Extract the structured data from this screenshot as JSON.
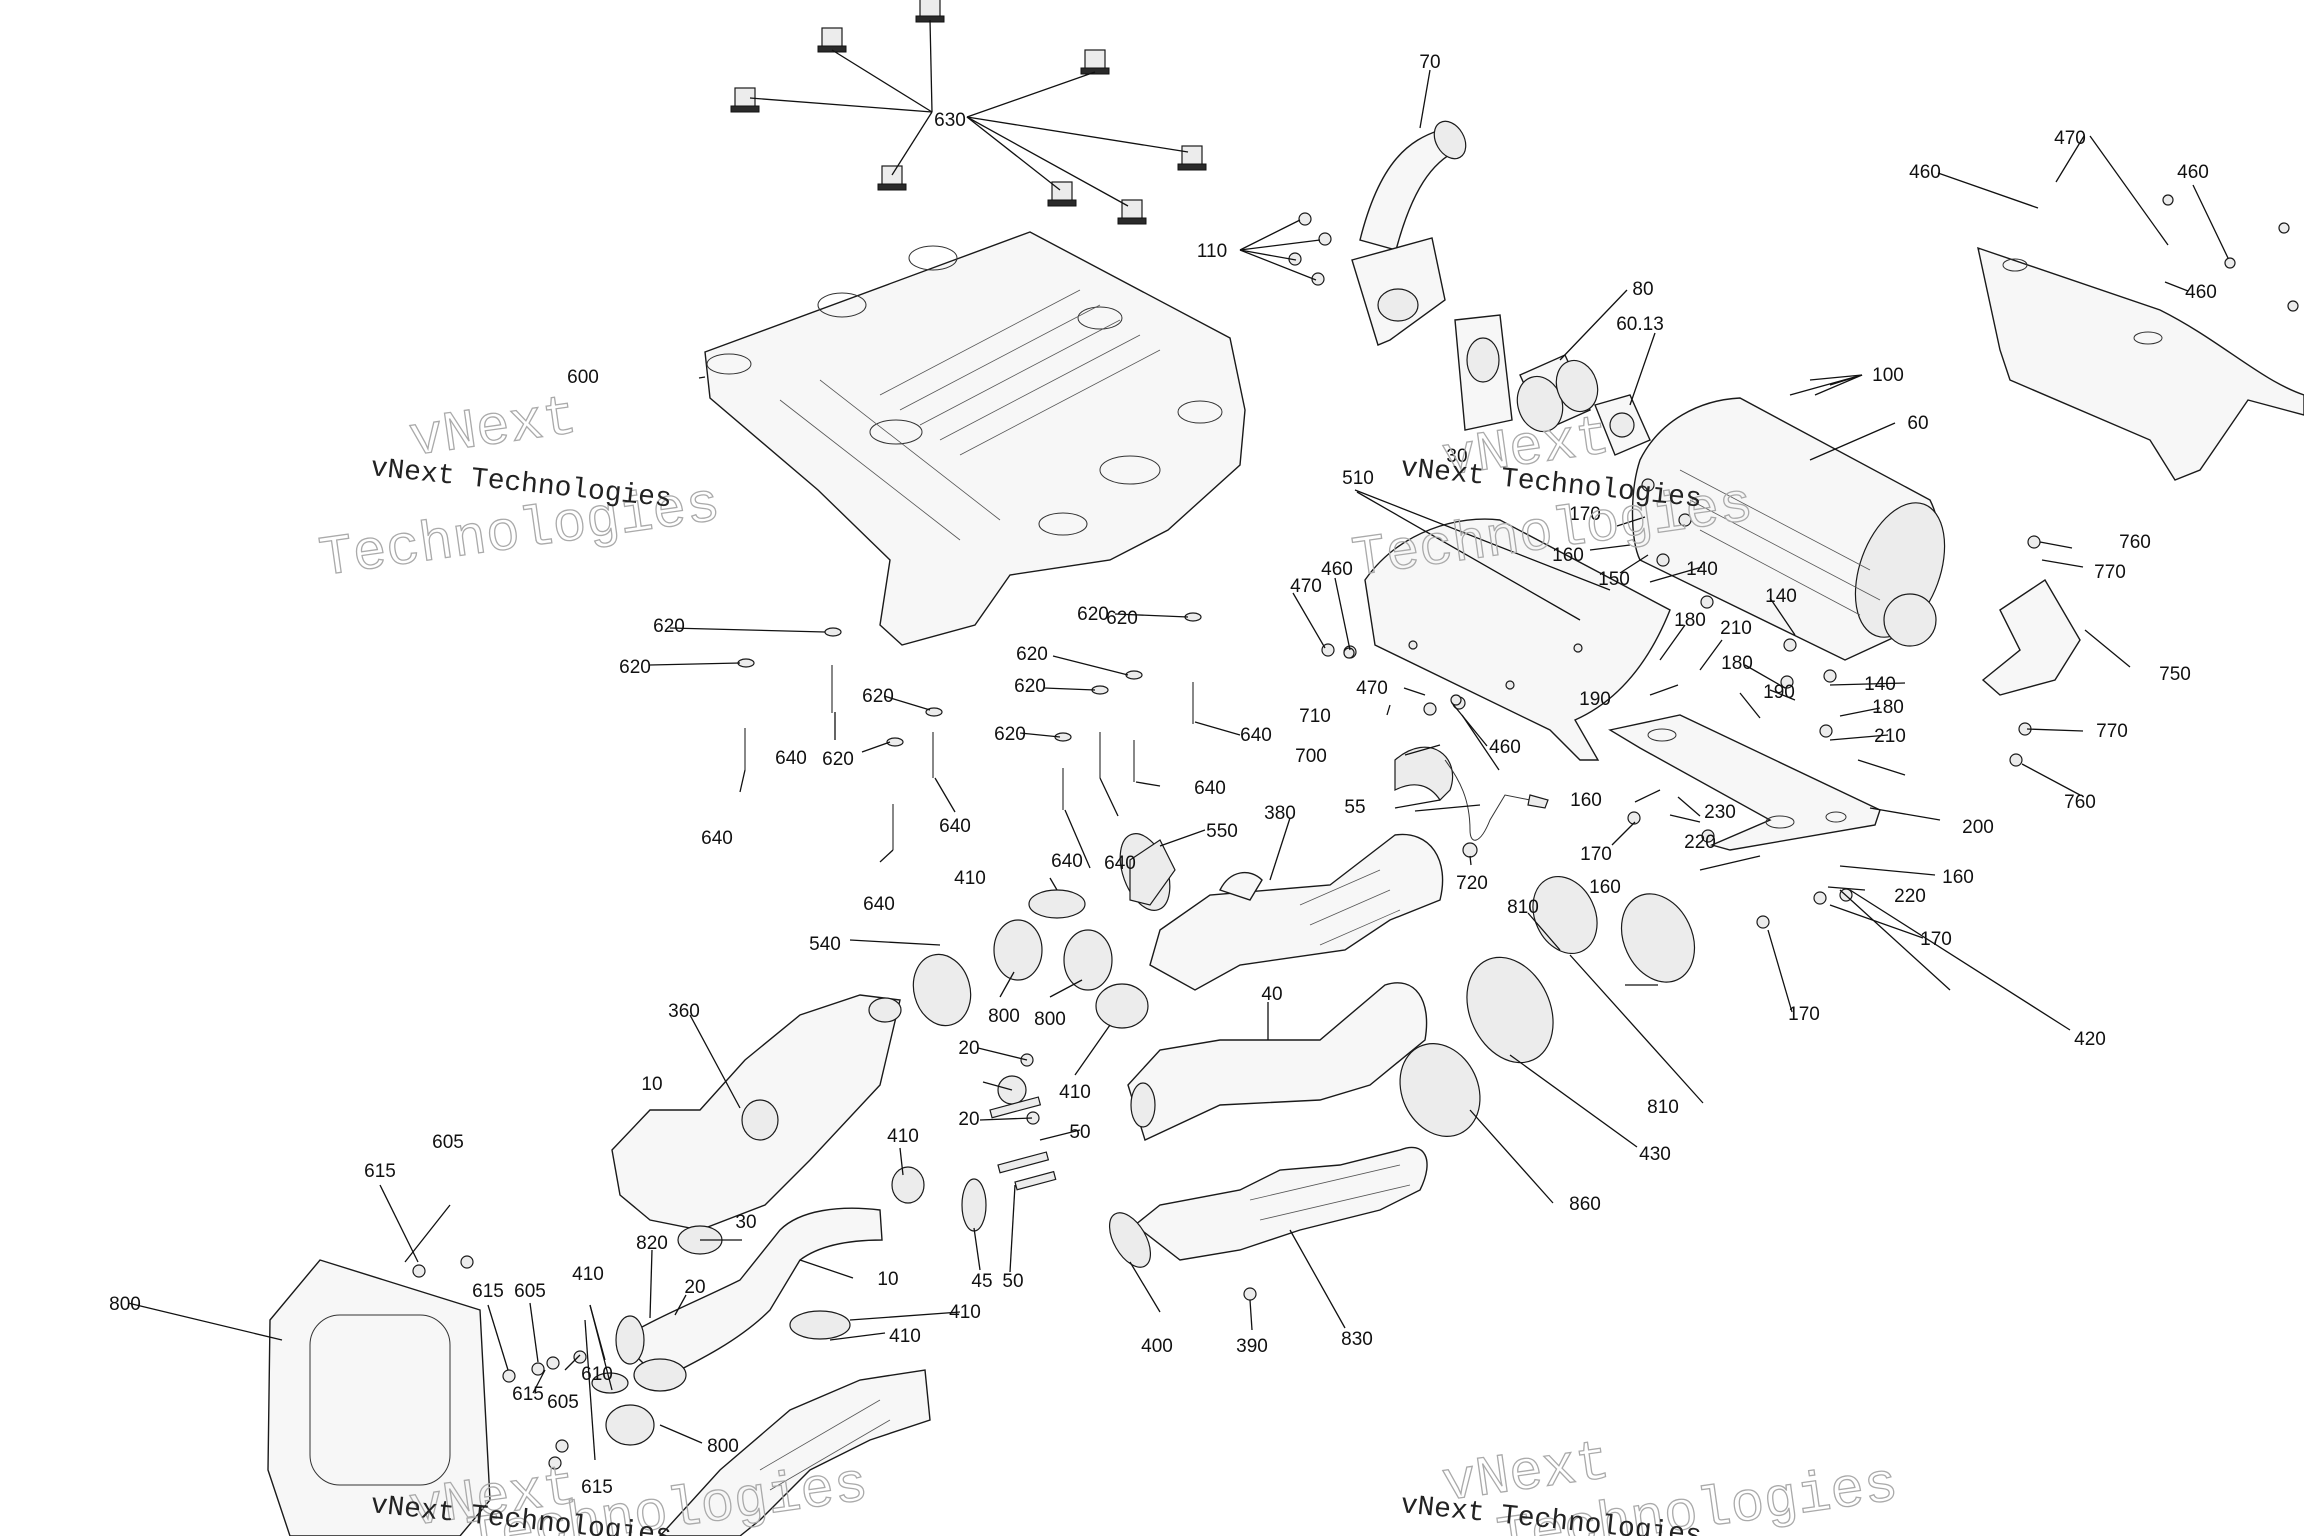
{
  "labels": [
    "630",
    "70",
    "110",
    "460",
    "470",
    "460",
    "460",
    "600",
    "80",
    "60.13",
    "100",
    "60",
    "30",
    "510",
    "170",
    "160",
    "150",
    "140",
    "140",
    "180",
    "210",
    "180",
    "190",
    "190",
    "140",
    "180",
    "210",
    "760",
    "770",
    "750",
    "770",
    "760",
    "470",
    "460",
    "620",
    "620",
    "620",
    "620",
    "620",
    "620",
    "620",
    "620",
    "620",
    "640",
    "640",
    "640",
    "640",
    "640",
    "640",
    "640",
    "640",
    "710",
    "470",
    "700",
    "460",
    "55",
    "160",
    "230",
    "220",
    "170",
    "720",
    "200",
    "160",
    "160",
    "220",
    "170",
    "170",
    "410",
    "550",
    "380",
    "540",
    "800",
    "800",
    "410",
    "360",
    "40",
    "810",
    "420",
    "810",
    "10",
    "20",
    "20",
    "50",
    "410",
    "45",
    "50",
    "430",
    "860",
    "605",
    "615",
    "615",
    "605",
    "615",
    "605",
    "610",
    "800",
    "30",
    "10",
    "820",
    "20",
    "410",
    "800",
    "410",
    "410",
    "400",
    "390",
    "830",
    "615"
  ],
  "watermark": {
    "solid": "vNext Technologies",
    "outline_top": "vNext",
    "outline_bottom": "Technologies"
  }
}
